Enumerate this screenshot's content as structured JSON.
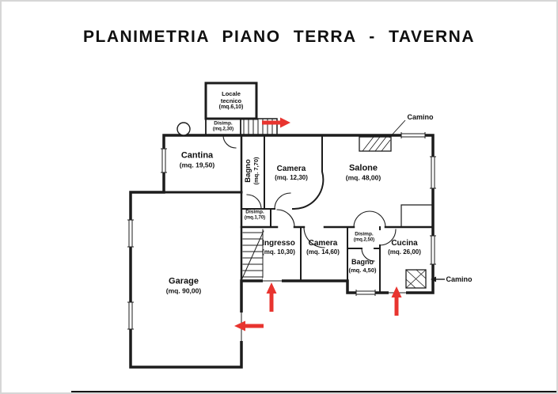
{
  "title": "PLANIMETRIA PIANO TERRA - TAVERNA",
  "plan": {
    "rooms": {
      "locale_tecnico": {
        "name": "Locale tecnico",
        "area": "(mq.6,10)"
      },
      "disimp_top": {
        "name": "Disimp.",
        "area": "(mq.2,30)"
      },
      "cantina": {
        "name": "Cantina",
        "area": "(mq. 19,50)"
      },
      "bagno_1": {
        "name": "Bagno",
        "area": "(mq. 7,70)"
      },
      "camera_1": {
        "name": "Camera",
        "area": "(mq. 12,30)"
      },
      "salone": {
        "name": "Salone",
        "area": "(mq. 48,00)"
      },
      "disimp_centro": {
        "name": "Disimp.",
        "area": "(mq.1,70)"
      },
      "ingresso": {
        "name": "Ingresso",
        "area": "(mq. 10,30)"
      },
      "camera_2": {
        "name": "Camera",
        "area": "(mq. 14,60)"
      },
      "disimp_notte": {
        "name": "Disimp.",
        "area": "(mq.2,50)"
      },
      "cucina": {
        "name": "Cucina",
        "area": "(mq. 26,00)"
      },
      "bagno_2": {
        "name": "Bagno",
        "area": "(mq. 4,50)"
      },
      "garage": {
        "name": "Garage",
        "area": "(mq. 90,00)"
      }
    },
    "annotations": {
      "camino_top": "Camino",
      "camino_right": "Camino"
    }
  },
  "colors": {
    "arrow_red": "#e8342f",
    "wall_black": "#1c1c1c"
  }
}
